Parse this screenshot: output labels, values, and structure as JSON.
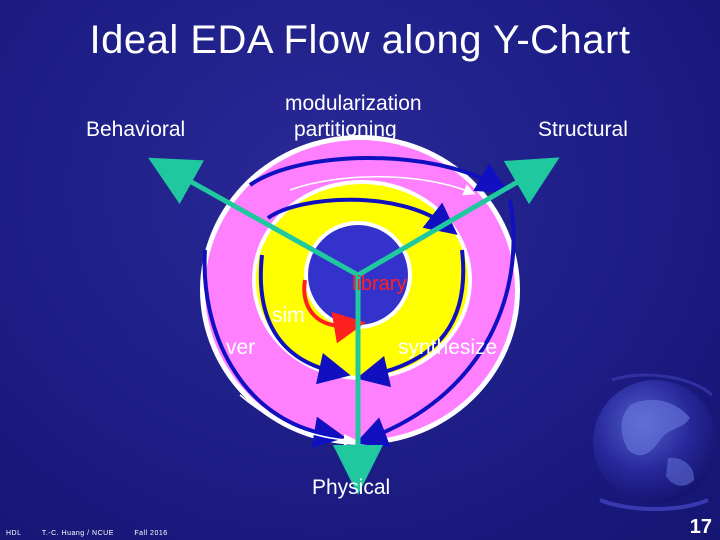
{
  "slide": {
    "title": "Ideal EDA Flow along Y-Chart",
    "page_number": "17"
  },
  "axes": {
    "behavioral": "Behavioral",
    "structural": "Structural",
    "physical": "Physical"
  },
  "steps": {
    "modularization": "modularization",
    "partitioning": "partitioning",
    "library": "library",
    "sim": "sim",
    "ver": "ver",
    "synthesize": "synthesize"
  },
  "footer": {
    "course": "HDL",
    "author": "T.-C. Huang / NCUE",
    "term": "Fall 2016"
  },
  "colors": {
    "background": "#1a1a80",
    "outer_ring": "#ff80ff",
    "middle_ring": "#ffff00",
    "core": "#3333cc",
    "axis_line": "#20c8a0",
    "loop_arrow": "#1010c0",
    "label_red": "#ff2020"
  },
  "icons": [
    "globe-icon"
  ]
}
